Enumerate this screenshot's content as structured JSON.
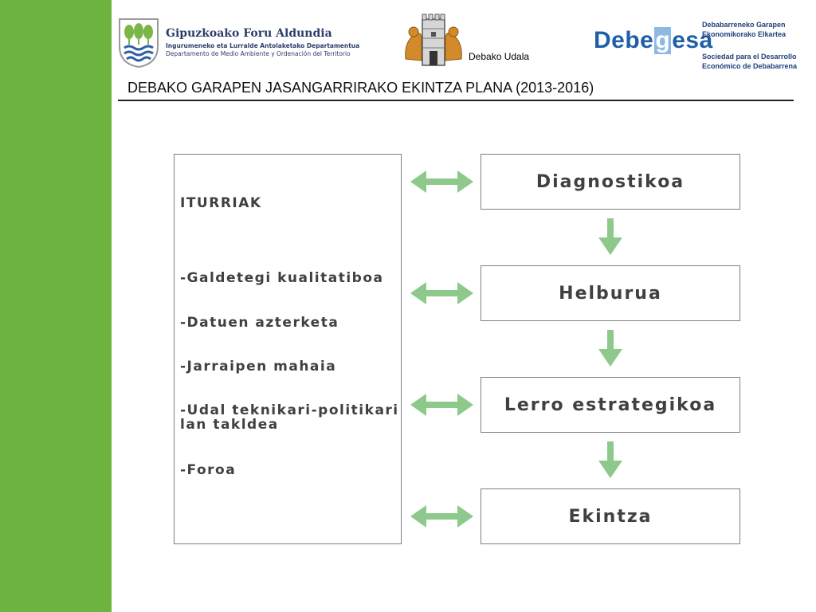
{
  "header": {
    "gfa_title": "Gipuzkoako Foru Aldundia",
    "gfa_sub1": "Ingurumeneko eta Lurralde Antolaketako Departamentua",
    "gfa_sub2": "Departamento de Medio Ambiente y Ordenación del Territorio",
    "debako_label": "Debako Udala",
    "debegesa_pre": "Debe",
    "debegesa_g": "g",
    "debegesa_post": "esa",
    "debegesa_r1": "Debabarreneko  Garapen",
    "debegesa_r2": "Ekonomikorako Elkartea",
    "debegesa_r3": "Sociedad para el Desarrollo",
    "debegesa_r4": "Económico de Debabarrena",
    "page_title": "DEBAKO GARAPEN JASANGARRIRAKO EKINTZA PLANA (2013-2016)"
  },
  "sources": {
    "heading": "ITURRIAK",
    "items": [
      "-Galdetegi kualitatiboa",
      "-Datuen azterketa",
      "-Jarraipen mahaia",
      "-Udal teknikari-politikari lan takldea",
      "-Foroa"
    ]
  },
  "steps": [
    "Diagnostikoa",
    "Helburua",
    "Lerro estrategikoa",
    "Ekintza"
  ],
  "colors": {
    "side_bar": "#6db33f",
    "arrow": "#8cc98a",
    "box_border": "#7f7f7f",
    "text": "#404040"
  }
}
